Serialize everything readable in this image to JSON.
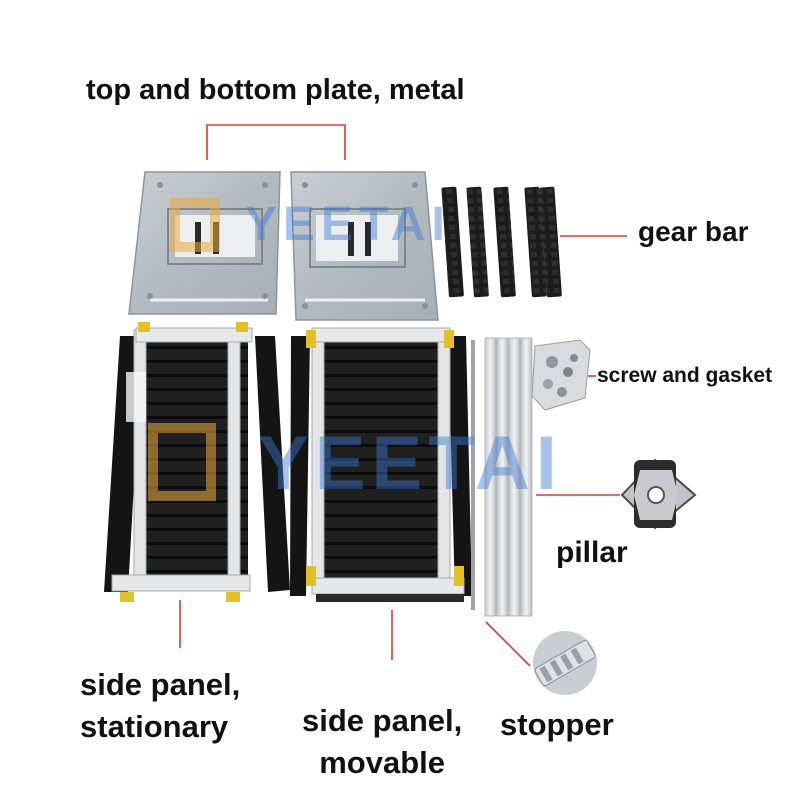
{
  "labels": {
    "top_plate": "top and bottom plate, metal",
    "gear_bar": "gear bar",
    "screw": "screw and gasket",
    "pillar": "pillar",
    "side_stationary_1": "side panel,",
    "side_stationary_2": "stationary",
    "side_movable_1": "side panel,",
    "side_movable_2": "movable",
    "stopper": "stopper"
  },
  "watermark": "YEETAI",
  "colors": {
    "leader_line": "#d63a3a",
    "metal_plate": "#b9c0c6",
    "panel_black": "#1c1c1c",
    "frame_silver": "#e4e6e8",
    "bracket_yellow": "#e2c028",
    "watermark_blue": "#3c78d2",
    "watermark_orange": "#eba93c"
  }
}
